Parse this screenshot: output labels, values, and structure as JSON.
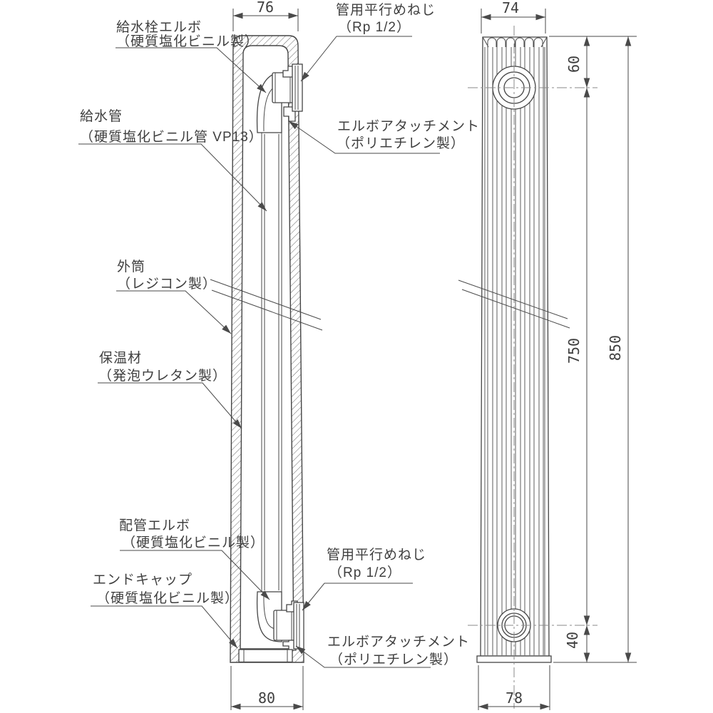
{
  "labels": {
    "faucet_elbow": {
      "title": "給水栓エルボ",
      "detail": "（硬質塩化ビニル製）"
    },
    "supply_pipe": {
      "title": "給水管",
      "detail": "（硬質塩化ビニル管 VP13）"
    },
    "outer_tube": {
      "title": "外筒",
      "detail": "（レジコン製）"
    },
    "insulation": {
      "title": "保温材",
      "detail": "（発泡ウレタン製）"
    },
    "pipe_elbow": {
      "title": "配管エルボ",
      "detail": "（硬質塩化ビニル製）"
    },
    "end_cap": {
      "title": "エンドキャップ",
      "detail": "（硬質塩化ビニル製）"
    },
    "female_thread_top": {
      "title": "管用平行めねじ",
      "detail": "（Rp 1/2）"
    },
    "elbow_attachment_top": {
      "title": "エルボアタッチメント",
      "detail": "（ポリエチレン製）"
    },
    "female_thread_bottom": {
      "title": "管用平行めねじ",
      "detail": "（Rp 1/2）"
    },
    "elbow_attachment_bottom": {
      "title": "エルボアタッチメント",
      "detail": "（ポリエチレン製）"
    }
  },
  "dimensions": {
    "section_top_width": "76",
    "section_bottom_width": "80",
    "side_top_width": "74",
    "side_bottom_width": "78",
    "top_to_upper_outlet": "60",
    "outlet_pitch": "750",
    "overall_height": "850",
    "lower_outlet_to_bottom": "40"
  },
  "colors": {
    "line": "#454545",
    "hatch": "#555555",
    "centerline": "#8a8a8a",
    "background": "#ffffff"
  }
}
